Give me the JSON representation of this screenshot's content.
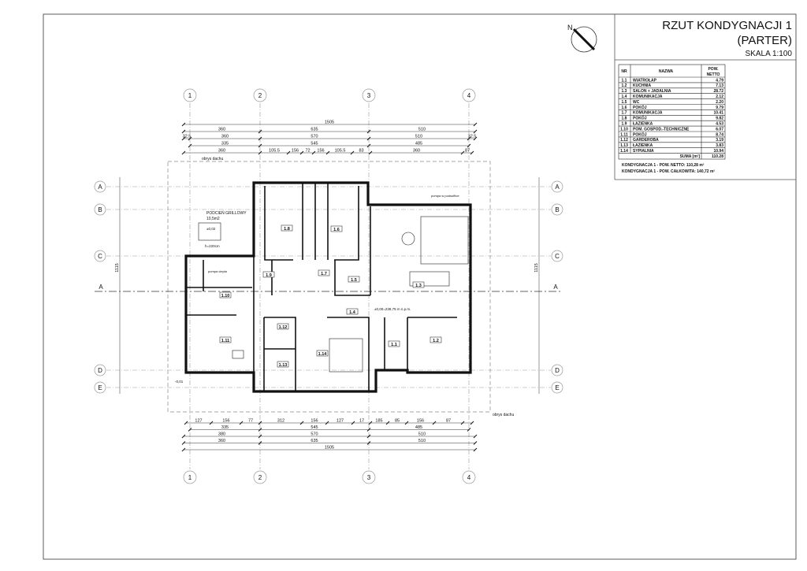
{
  "title": {
    "line1": "RZUT KONDYGNACJI 1",
    "line2": "(PARTER)",
    "scale": "SKALA 1:100"
  },
  "north_label": "N",
  "table": {
    "headers": {
      "nr": "NR",
      "name": "NAZWA",
      "area1": "POW.",
      "area2": "NETTO"
    },
    "rows": [
      {
        "nr": "1.1",
        "name": "WIATROŁAP",
        "area": "4.79"
      },
      {
        "nr": "1.2",
        "name": "KUCHNIA",
        "area": "7.13"
      },
      {
        "nr": "1.3",
        "name": "SALON + JADALNIA",
        "area": "28.72"
      },
      {
        "nr": "1.4",
        "name": "KOMUNIKACJA",
        "area": "2.12"
      },
      {
        "nr": "1.5",
        "name": "WC",
        "area": "2.20"
      },
      {
        "nr": "1.6",
        "name": "POKÓJ",
        "area": "9.79"
      },
      {
        "nr": "1.7",
        "name": "KOMUNIKACJA",
        "area": "10.41"
      },
      {
        "nr": "1.8",
        "name": "POKÓJ",
        "area": "9.82"
      },
      {
        "nr": "1.9",
        "name": "ŁAZIENKA",
        "area": "4.53"
      },
      {
        "nr": "1.10",
        "name": "POM. GOSPOD.-TECHNICZNE",
        "area": "6.07"
      },
      {
        "nr": "1.11",
        "name": "POKÓJ",
        "area": "8.74"
      },
      {
        "nr": "1.12",
        "name": "GARDEROBA",
        "area": "3.19"
      },
      {
        "nr": "1.13",
        "name": "ŁAZIENKA",
        "area": "3.83"
      },
      {
        "nr": "1.14",
        "name": "SYPIALNIA",
        "area": "10.94"
      }
    ],
    "sum_label": "SUMA [m²]",
    "sum_value": "110.28",
    "net_note": "KONDYGNACJA 1 - POW. NETTO: 110,28 m²",
    "gross_note": "KONDYGNACJA 1 - POW. CAŁKOWITA: 140,72 m²"
  },
  "grid": {
    "columns": [
      "1",
      "2",
      "3",
      "4"
    ],
    "rows": [
      "A",
      "B",
      "C",
      "D",
      "E"
    ],
    "section": "A"
  },
  "dims_top": [
    [
      "1505"
    ],
    [
      "360",
      "635",
      "510"
    ],
    [
      "32.5",
      "360",
      "570",
      "510",
      "32.5"
    ],
    [
      "335",
      "545",
      "485"
    ],
    [
      "360",
      "105.5",
      "156",
      "72",
      "156",
      "105.5",
      "83",
      "360",
      "87"
    ]
  ],
  "dims_bottom": [
    [
      "127",
      "156",
      "77",
      "312",
      "156",
      "127",
      "17",
      "185",
      "85",
      "156",
      "87"
    ],
    [
      "335",
      "545",
      "485"
    ],
    [
      "380",
      "570",
      "510"
    ],
    [
      "360",
      "635",
      "510"
    ],
    [
      "1505"
    ]
  ],
  "dims_side": {
    "left_total": "1115",
    "right_total": "1115"
  },
  "rooms": [
    "1.1",
    "1.2",
    "1.3",
    "1.4",
    "1.5",
    "1.6",
    "1.7",
    "1.8",
    "1.9",
    "1.10",
    "1.11",
    "1.12",
    "1.13",
    "1.14"
  ],
  "notes": {
    "roof_top": "obrys dachu",
    "roof_bottom": "obrys dachu",
    "porch": "PODCIEŃ GRILLOWY",
    "porch_area": "10,5m2",
    "level_porch": "±0,02",
    "height_porch": "h=220cm",
    "zero_level": "±0,00=238,75 m n.p.m.",
    "pump": "pompa ciepła",
    "terrace": "pompa w podsufitce",
    "level_out": "-0,01"
  }
}
